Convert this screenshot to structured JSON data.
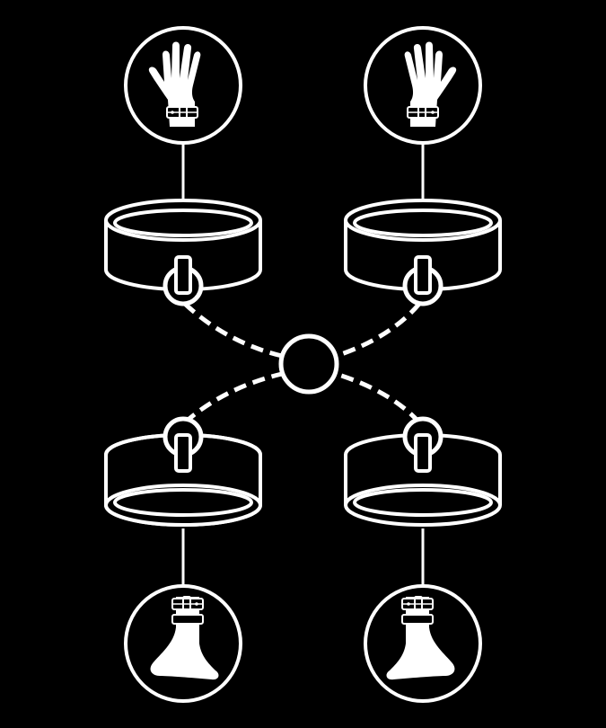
{
  "diagram": {
    "background_color": "#000000",
    "stroke_color": "#ffffff",
    "connector_style": "dashed",
    "hub": {
      "icon": "ring-icon"
    },
    "cuffs": [
      {
        "id": "top-left",
        "limb_icon": "hand-icon",
        "position": "top-left"
      },
      {
        "id": "top-right",
        "limb_icon": "hand-icon",
        "position": "top-right"
      },
      {
        "id": "bottom-left",
        "limb_icon": "foot-icon",
        "position": "bottom-left"
      },
      {
        "id": "bottom-right",
        "limb_icon": "foot-icon",
        "position": "bottom-right"
      }
    ]
  }
}
